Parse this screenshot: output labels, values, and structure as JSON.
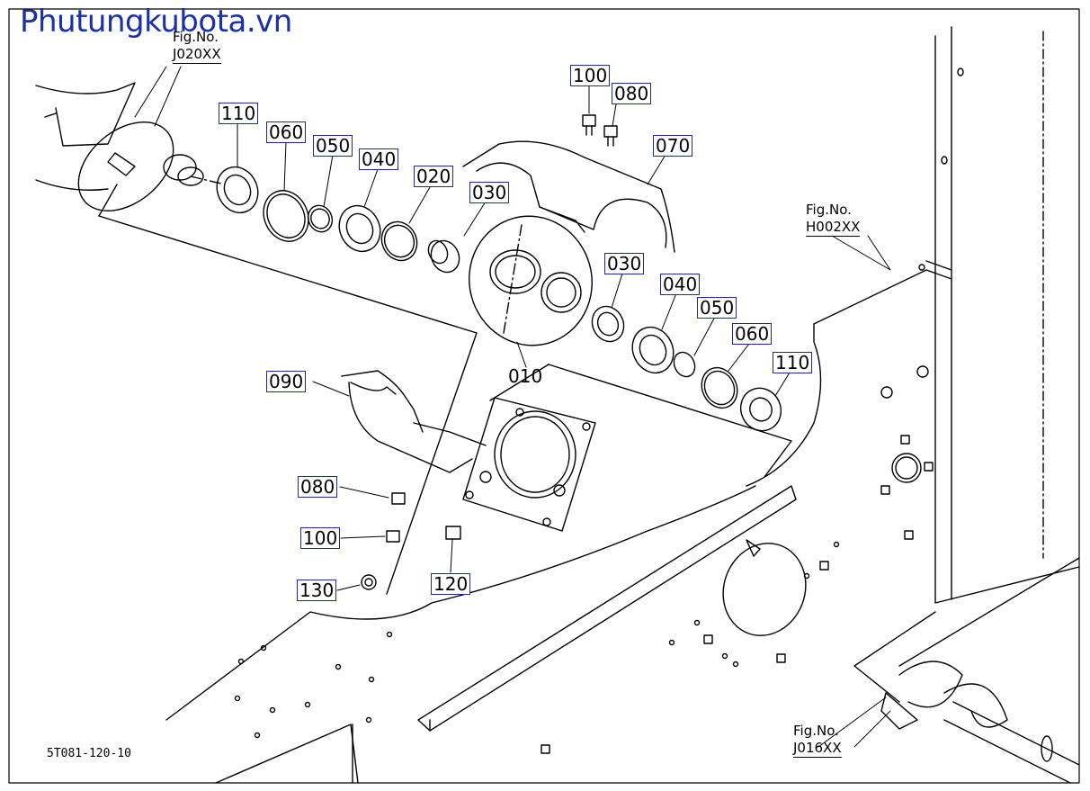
{
  "watermark": "Phutungkubota.vn",
  "figure_refs": {
    "left_top": {
      "label": "Fig.No.",
      "code": "J020XX"
    },
    "right_mid": {
      "label": "Fig.No.",
      "code": "H002XX"
    },
    "right_bottom": {
      "label": "Fig.No.",
      "code": "J016XX"
    }
  },
  "callouts": {
    "c100_top": "100",
    "c080_top": "080",
    "c070": "070",
    "c110_left": "110",
    "c060_left": "060",
    "c050_left": "050",
    "c040_left": "040",
    "c020": "020",
    "c030_left": "030",
    "c030_right": "030",
    "c040_right": "040",
    "c050_right": "050",
    "c060_right": "060",
    "c110_right": "110",
    "c010": "010",
    "c090": "090",
    "c080_bottom": "080",
    "c100_bottom": "100",
    "c130": "130",
    "c120": "120"
  },
  "document_number": "5T081-120-10",
  "colors": {
    "callout_border": "#1c2a9a",
    "watermark": "#1a2fa8",
    "line": "#000000"
  }
}
